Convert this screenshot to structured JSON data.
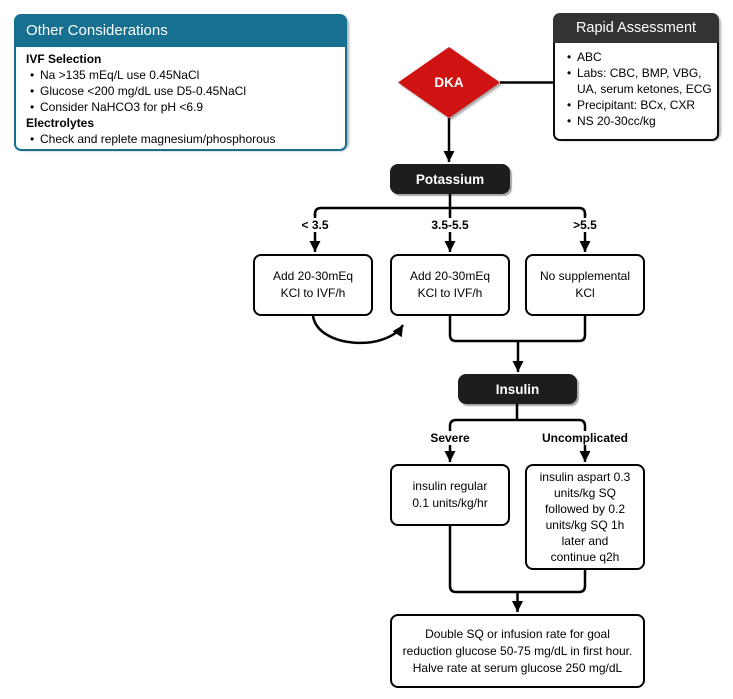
{
  "palette": {
    "teal": "#17708F",
    "red": "#CE1312",
    "node_dark": "#1D1D1D",
    "header_dark": "#333333",
    "line": "#000000"
  },
  "cards": {
    "other_considerations": {
      "title": "Other Considerations",
      "sections": [
        {
          "heading": "IVF Selection",
          "bullets": [
            "Na >135 mEq/L use 0.45NaCl",
            "Glucose <200 mg/dL use D5-0.45NaCl",
            "Consider NaHCO3 for pH <6.9"
          ]
        },
        {
          "heading": "Electrolytes",
          "bullets": [
            "Check and replete magnesium/phosphorous"
          ]
        }
      ]
    },
    "rapid_assessment": {
      "title": "Rapid Assessment",
      "bullets": [
        "ABC",
        "Labs: CBC, BMP, VBG, UA, serum ketones, ECG",
        "Precipitant: BCx, CXR",
        "NS 20-30cc/kg"
      ]
    }
  },
  "flowchart": {
    "start_label": "DKA",
    "potassium": {
      "label": "Potassium",
      "branches": [
        {
          "condition": "< 3.5",
          "action": "Add 20-30mEq\nKCl to IVF/h"
        },
        {
          "condition": "3.5-5.5",
          "action": "Add 20-30mEq\nKCl to IVF/h"
        },
        {
          "condition": ">5.5",
          "action": "No supplemental\nKCl"
        }
      ]
    },
    "insulin": {
      "label": "Insulin",
      "branches": [
        {
          "condition": "Severe",
          "action": "insulin regular\n0.1 units/kg/hr"
        },
        {
          "condition": "Uncomplicated",
          "action": "insulin aspart 0.3\nunits/kg SQ\nfollowed by 0.2\nunits/kg SQ 1h\nlater and\ncontinue q2h"
        }
      ]
    },
    "final_note": "Double SQ or infusion rate for goal\nreduction glucose 50-75 mg/dL in first hour.\nHalve rate at serum glucose 250 mg/dL"
  }
}
